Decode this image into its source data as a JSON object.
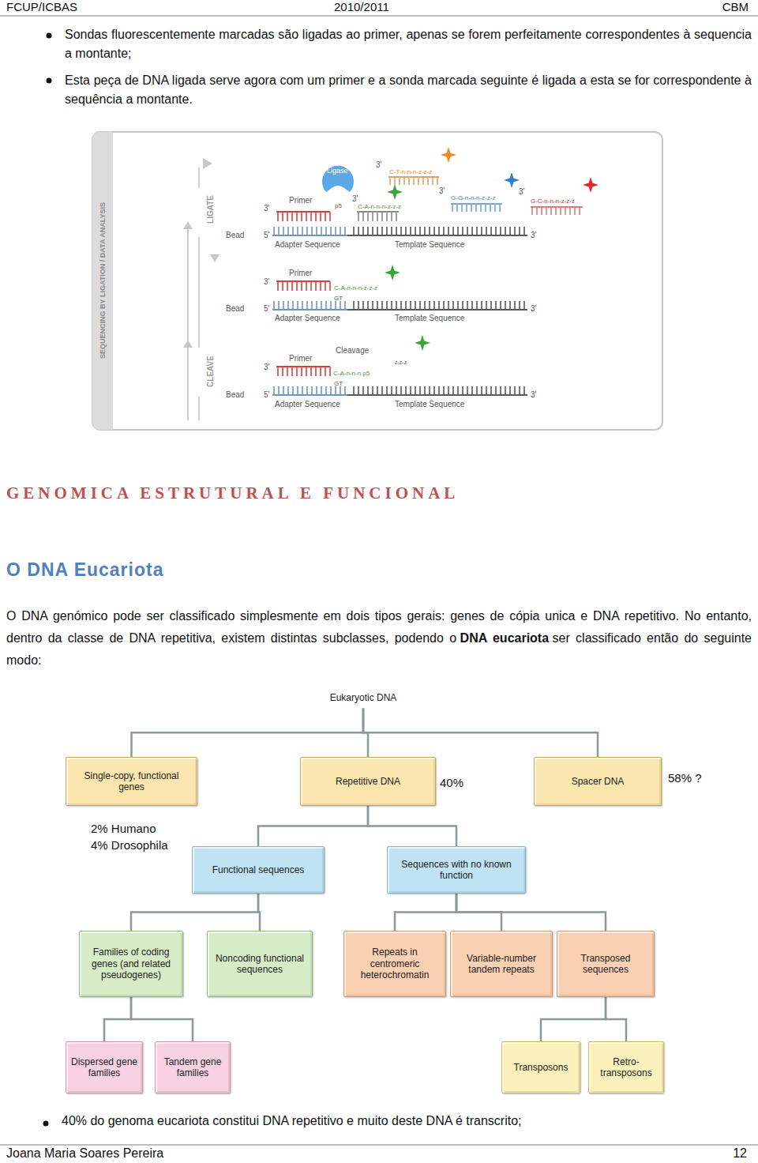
{
  "diagram": {
    "nodes": [
      {
        "text": [
          "Eukaryotic DNA"
        ]
      },
      {
        "text": [
          "Single-copy, functional genes"
        ]
      },
      {
        "text": [
          "Repetitive DNA"
        ]
      },
      {
        "text": [
          "Spacer DNA"
        ]
      },
      {
        "text": [
          "Functional sequences"
        ]
      },
      {
        "text": [
          "Sequences with no known function"
        ]
      },
      {
        "text": [
          "Families of coding genes (and related pseudogenes)"
        ]
      },
      {
        "text": [
          "Noncoding functional sequences"
        ]
      },
      {
        "text": [
          "Repeats in centromeric heterochromatin"
        ]
      },
      {
        "text": [
          "Variable-number tandem repeats"
        ]
      },
      {
        "text": [
          "Transposed sequences"
        ]
      },
      {
        "text": [
          "Dispersed gene families"
        ]
      },
      {
        "text": [
          "Tandem gene families"
        ]
      },
      {
        "text": [
          "Transposons"
        ]
      },
      {
        "text": [
          "Retro-transposons"
        ]
      }
    ],
    "edges": [
      {
        "from": 0,
        "to": 1,
        "arrow": "none"
      },
      {
        "from": 0,
        "to": 2,
        "arrow": "none"
      },
      {
        "from": 0,
        "to": 3,
        "arrow": "none"
      },
      {
        "from": 2,
        "to": 4,
        "arrow": "none"
      },
      {
        "from": 2,
        "to": 5,
        "arrow": "none"
      },
      {
        "from": 4,
        "to": 6,
        "arrow": "none"
      },
      {
        "from": 4,
        "to": 7,
        "arrow": "none"
      },
      {
        "from": 5,
        "to": 8,
        "arrow": "none"
      },
      {
        "from": 5,
        "to": 9,
        "arrow": "none"
      },
      {
        "from": 5,
        "to": 10,
        "arrow": "none"
      },
      {
        "from": 6,
        "to": 11,
        "arrow": "none"
      },
      {
        "from": 6,
        "to": 12,
        "arrow": "none"
      },
      {
        "from": 10,
        "to": 13,
        "arrow": "none"
      },
      {
        "from": 10,
        "to": 14,
        "arrow": "none"
      }
    ],
    "labels": [
      "FCUP/ICBAS",
      "2010/2011",
      "CBM",
      "Sondas fluorescentemente marcadas são ligadas ao primer, apenas se forem perfeitamente correspondentes à sequencia a montante;",
      "Esta peça de DNA ligada serve agora com um primer e a sonda marcada seguinte é ligada a esta se for correspondente à sequência a montante.",
      "SEQUENCING BY LIGATION / DATA ANALYSIS",
      "LIGATE",
      "CLEAVE",
      "Ligase",
      "3'",
      "C-T-n-n-n-z-z-z",
      "3'",
      "G-G-n-n-n-z-z-z",
      "3'",
      "G-C-n-n-n-z-z-z",
      "Primer",
      "3'",
      "p5",
      "3'",
      "C-A-n-n-n-z-z-z",
      "Bead",
      "5'",
      "Adapter Sequence",
      "Template Sequence",
      "3'",
      "Primer",
      "3'",
      "C-A-n-n-n-z-z-z",
      "GT",
      "Bead",
      "5'",
      "Adapter Sequence",
      "Template Sequence",
      "3'",
      "Cleavage",
      "Primer",
      "3'",
      "z-z-z",
      "C-A-n-n-n p5",
      "GT",
      "Bead",
      "5'",
      "Adapter Sequence",
      "Template Sequence",
      "3'",
      "GENOMICA ESTRUTURAL E FUNCIONAL",
      "O DNA Eucariota",
      "O DNA genómico pode ser classificado simplesmente em dois tipos gerais: genes de cópia unica e DNA repetitivo. No entanto, dentro da classe de DNA repetitiva, existem distintas subclasses, podendo o",
      "DNA eucariota",
      "ser classificado então do seguinte modo:",
      "2% Humano",
      "4% Drosophila",
      "40%",
      "58% ?",
      "40% do genoma eucariota constitui DNA repetitivo e muito deste DNA é transcrito;",
      "Joana Maria Soares Pereira",
      "12"
    ]
  }
}
